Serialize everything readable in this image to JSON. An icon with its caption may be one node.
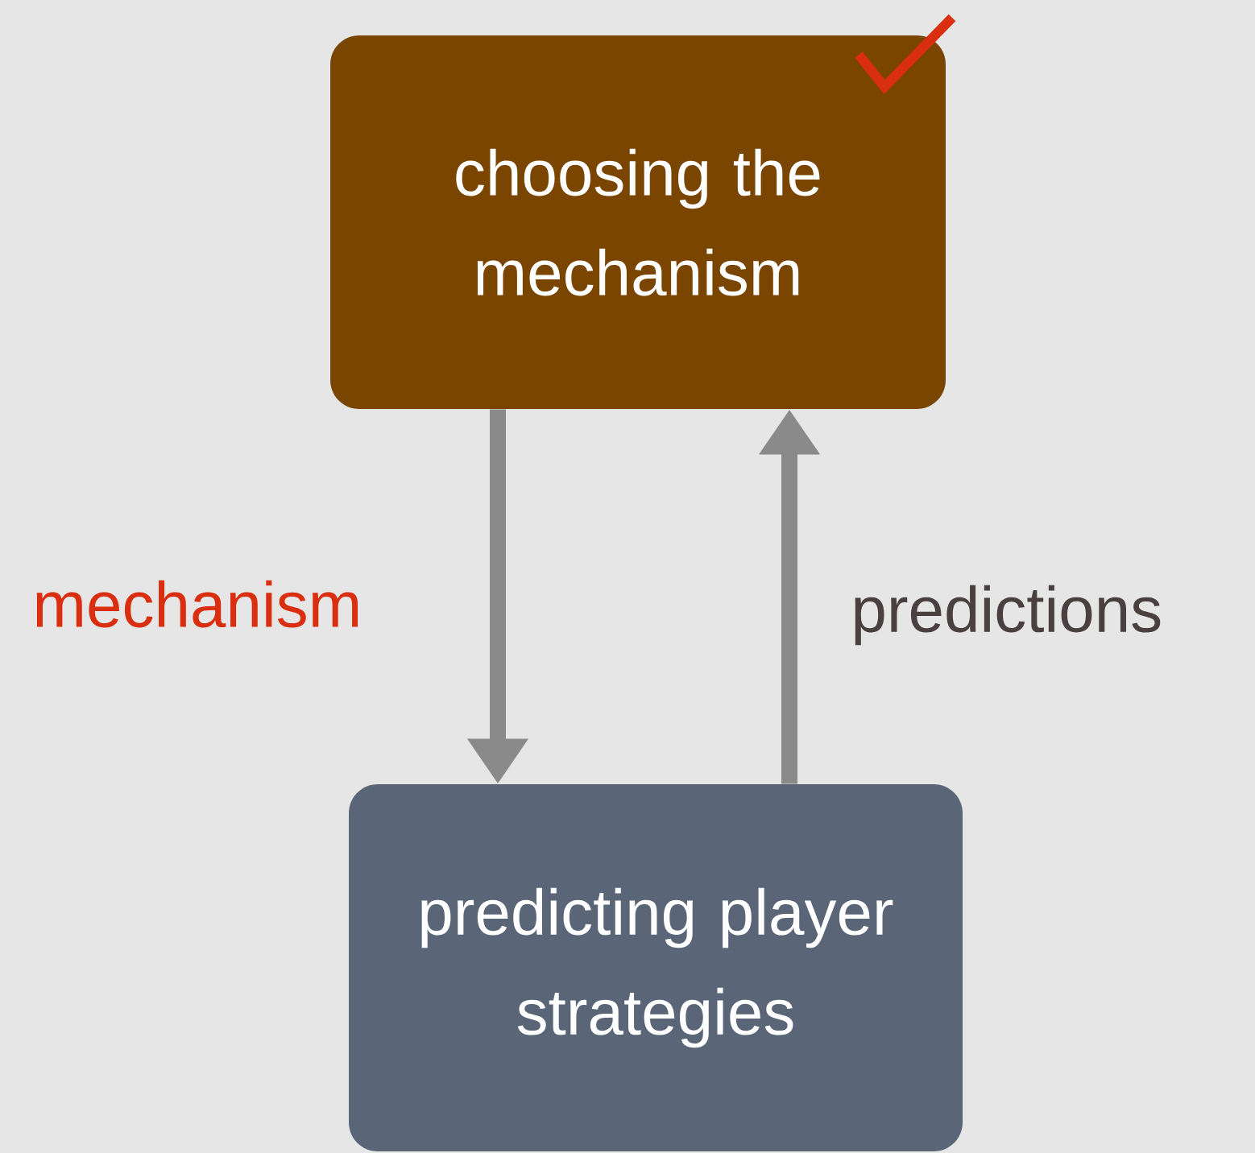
{
  "diagram": {
    "nodes": [
      {
        "text": [
          "choosing the mechanism"
        ]
      },
      {
        "text": [
          "predicting player strategies"
        ]
      }
    ],
    "edges": [
      {
        "from": 0,
        "to": 1,
        "arrow": "to",
        "label": "mechanism"
      },
      {
        "from": 1,
        "to": 0,
        "arrow": "to",
        "label": "predictions"
      }
    ]
  }
}
